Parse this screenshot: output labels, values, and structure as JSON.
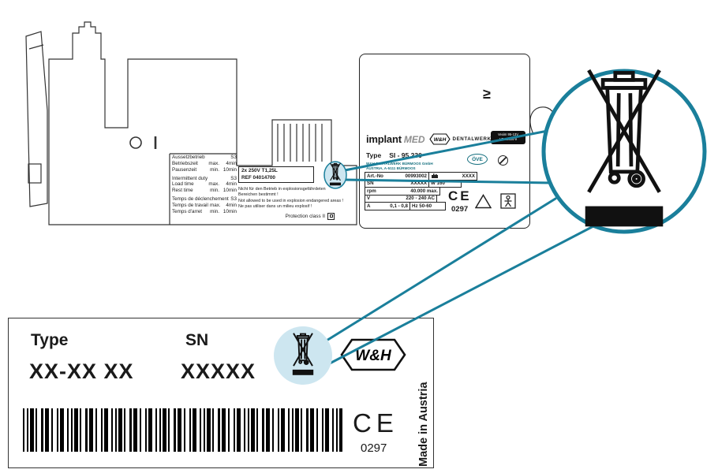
{
  "colors": {
    "teal": "#1a7f9b",
    "highlight_blue": "#cde6f0",
    "ink": "#1a1a1a"
  },
  "icons": {
    "weee": "crossed-out-wheelie-bin-icon",
    "factory": "manufacture-date-icon",
    "warning": "warning-triangle-icon",
    "applied_part": "person-in-box-icon",
    "class2": "protection-class-2-icon",
    "power": "power-on-off-marks",
    "wh": "wh-hexagon-logo"
  },
  "duty_block": {
    "groups": [
      {
        "title": "Aussetzbetrieb",
        "grade": "S3",
        "rows": [
          {
            "label": "Betriebszeit",
            "qual": "max.",
            "value": "4min"
          },
          {
            "label": "Pausenzeit",
            "qual": "min.",
            "value": "10min"
          }
        ]
      },
      {
        "title": "Intermittent duty",
        "grade": "S3",
        "rows": [
          {
            "label": "Load time",
            "qual": "max.",
            "value": "4min"
          },
          {
            "label": "Rest time",
            "qual": "min.",
            "value": "10min"
          }
        ]
      },
      {
        "title": "Temps de déclenchement",
        "grade": "S3",
        "rows": [
          {
            "label": "Temps de travail",
            "qual": "max.",
            "value": "4min"
          },
          {
            "label": "Temps d'arret",
            "qual": "min.",
            "value": "10min"
          }
        ]
      }
    ]
  },
  "fuse_block": {
    "fuse_line": "2x  250V  T1,25L",
    "ref_line": "REF 04014700",
    "warning_lines": [
      "Nicht für den Betrieb in explosionsgefährdeten",
      "Bereichen bestimmt !",
      "Not allowed to be used in explosion endangered areas !",
      "Ne pas utiliser dans un milieu explosif !"
    ],
    "protection_label": "Protection class II"
  },
  "rating_plate": {
    "brand_implant": "implant",
    "brand_med": "MED",
    "wh_logo": "W&H",
    "dentalwerk": "DENTALWERK",
    "badge_line1": "Vexim 95-13V",
    "badge_line2": "LR 10654-9",
    "type_label": "Type",
    "type_value": "SI - 95 230",
    "address_line1": "W&H DENTALWERK BÜRMOOS GmbH",
    "address_line2": "AUSTRIA, A-5111 BÜRMOOS",
    "ove": "ÖVE",
    "foot_symbol": "≥",
    "grid": {
      "art_no_label": "Art.-No",
      "art_no_value": "00993002",
      "year_value": "XXXX",
      "sn_label": "SN",
      "sn_value": "XXXXX",
      "watt_value": "W 160",
      "rpm_label": "rpm",
      "rpm_value": "40.000 max.",
      "volt_label": "V",
      "volt_value": "220 - 240 AC",
      "amp_label": "A",
      "amp_value": "0,1 - 0,8",
      "hz_value": "Hz 50-60"
    },
    "ce_mark": "CE",
    "ce_number": "0297"
  },
  "bottom_label": {
    "type_label": "Type",
    "type_value": "XX-XX XX",
    "sn_label": "SN",
    "sn_value": "XXXXX",
    "wh_logo": "W&H",
    "ce_mark": "CE",
    "ce_number": "0297",
    "made_in": "Made in Austria"
  }
}
